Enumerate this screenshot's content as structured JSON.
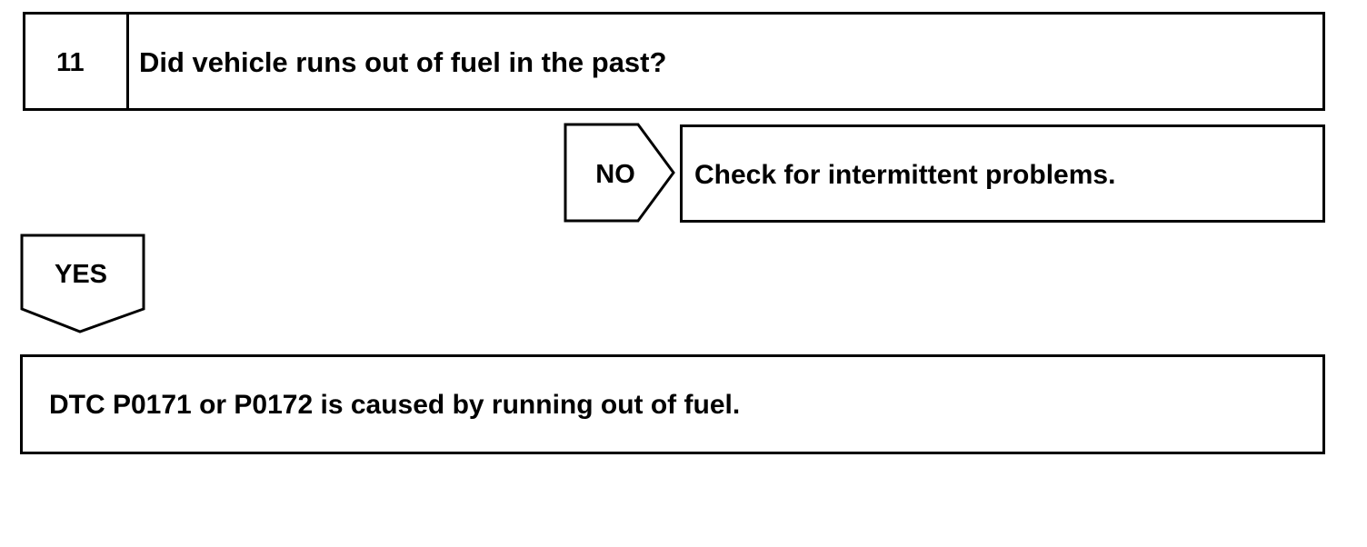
{
  "step": {
    "number": "11",
    "question": "Did vehicle runs out of fuel in the past?"
  },
  "no_branch": {
    "label": "NO",
    "result": "Check for intermittent problems."
  },
  "yes_branch": {
    "label": "YES",
    "result": "DTC P0171 or P0172 is caused by running out of fuel."
  }
}
